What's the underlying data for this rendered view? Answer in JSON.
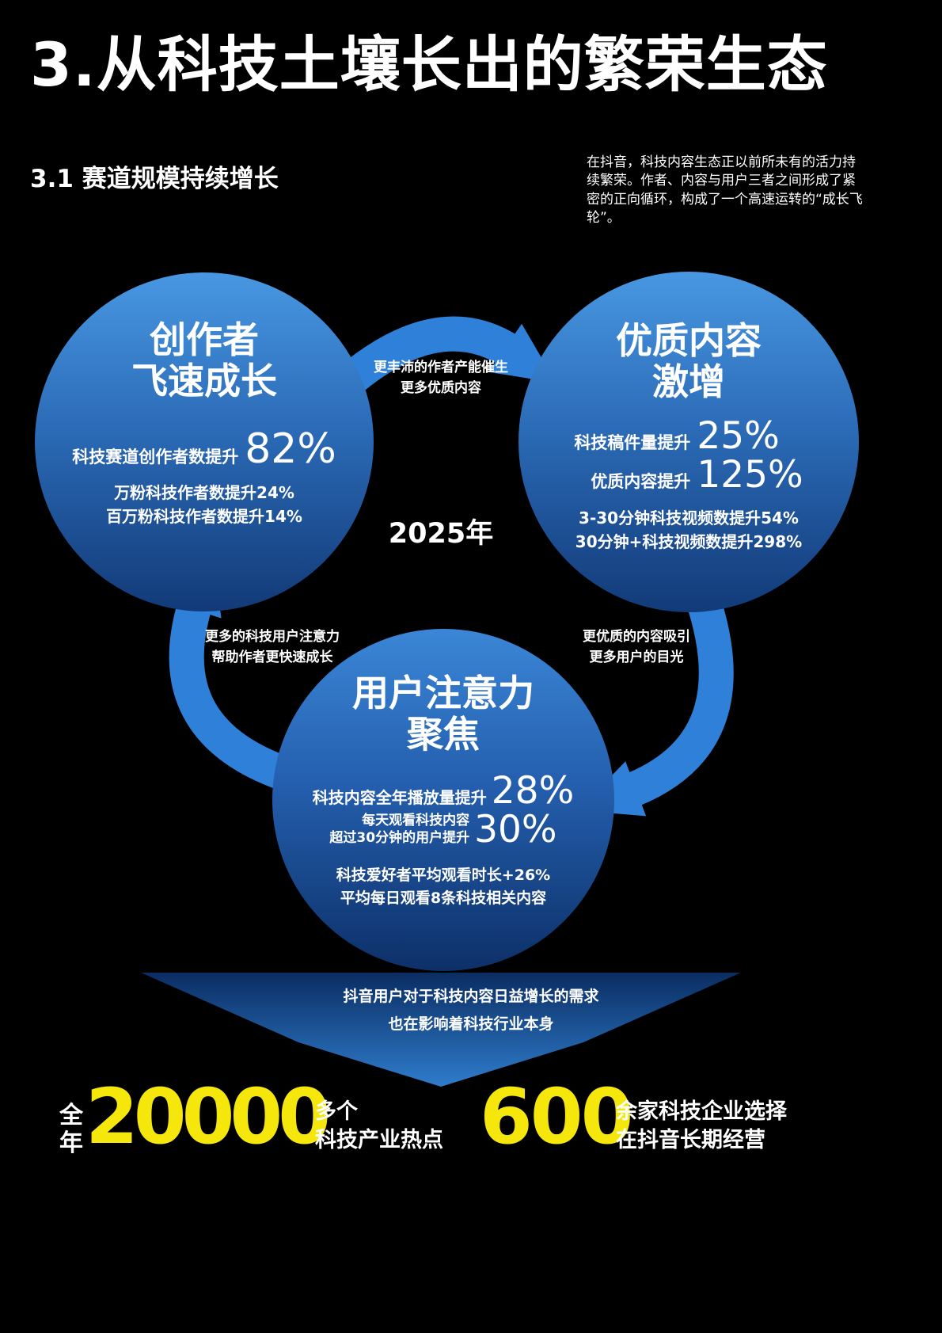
{
  "header": {
    "title": "3.从科技土壤长出的繁荣生态",
    "section_heading": "3.1 赛道规模持续增长",
    "intro_text": "在抖音，科技内容生态正以前所未有的活力持续繁荣。作者、内容与用户三者之间形成了紧密的正向循环，构成了一个高速运转的“成长飞轮”。"
  },
  "flywheel": {
    "center_year": "2025年",
    "creators_circle": {
      "title_line1": "创作者",
      "title_line2": "飞速成长",
      "main_stat_label": "科技赛道创作者数提升",
      "main_stat_value": "82%",
      "sub_stat1": "万粉科技作者数提升24%",
      "sub_stat2": "百万粉科技作者数提升14%"
    },
    "content_circle": {
      "title_line1": "优质内容",
      "title_line2": "激增",
      "stat1_label": "科技稿件量提升",
      "stat1_value": "25%",
      "stat2_label": "优质内容提升",
      "stat2_value": "125%",
      "sub_stat1": "3-30分钟科技视频数提升54%",
      "sub_stat2": "30分钟+科技视频数提升298%"
    },
    "users_circle": {
      "title_line1": "用户注意力",
      "title_line2": "聚焦",
      "stat1_label": "科技内容全年播放量提升",
      "stat1_value": "28%",
      "stat2_label_line1": "每天观看科技内容",
      "stat2_label_line2": "超过30分钟的用户提升",
      "stat2_value": "30%",
      "sub_stat1": "科技爱好者平均观看时长+26%",
      "sub_stat2": "平均每日观看8条科技相关内容"
    },
    "arrow_labels": {
      "top_line1": "更丰沛的作者产能催生",
      "top_line2": "更多优质内容",
      "left_line1": "更多的科技用户注意力",
      "left_line2": "帮助作者更快速成长",
      "right_line1": "更优质的内容吸引",
      "right_line2": "更多用户的目光"
    }
  },
  "conclusion_arrow": {
    "line1": "抖音用户对于科技内容日益增长的需求",
    "line2": "也在影响着科技行业本身"
  },
  "footer_stats": {
    "stat1_prefix": "全年",
    "stat1_value": "20000",
    "stat1_unit_line1": "多个",
    "stat1_unit_line2": "科技产业热点",
    "stat2_value": "600",
    "stat2_unit_line1": "余家科技企业选择",
    "stat2_unit_line2": "在抖音长期经营"
  },
  "colors": {
    "background": "#000000",
    "circle_gradient_top": "#4897e2",
    "circle_gradient_bottom": "#123a78",
    "arrow_blue": "#2e80d8",
    "funnel_gradient_top": "#0a2d62",
    "funnel_gradient_bottom": "#2f7ccc",
    "highlight_yellow": "#f5e70c",
    "text_white": "#ffffff"
  }
}
